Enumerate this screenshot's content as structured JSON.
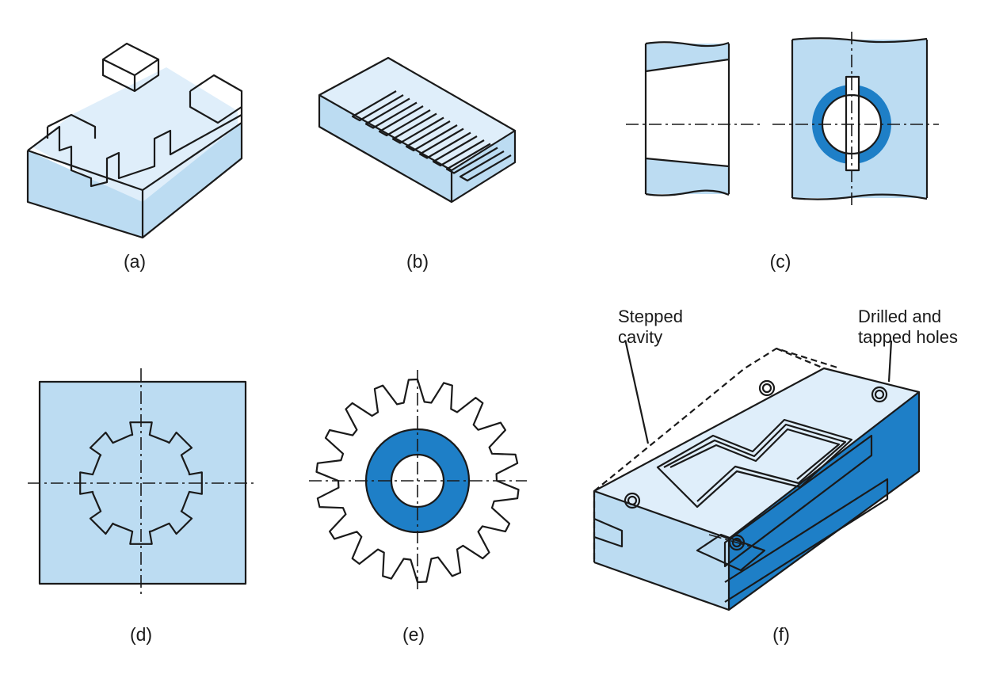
{
  "figure": {
    "panels": [
      {
        "id": "a",
        "caption": "(a)"
      },
      {
        "id": "b",
        "caption": "(b)"
      },
      {
        "id": "c",
        "caption": "(c)"
      },
      {
        "id": "d",
        "caption": "(d)"
      },
      {
        "id": "e",
        "caption": "(e)"
      },
      {
        "id": "f",
        "caption": "(f)"
      }
    ],
    "callouts": {
      "stepped_cavity": "Stepped\ncavity",
      "drilled_tapped": "Drilled and\ntapped holes"
    }
  },
  "colors": {
    "light_blue": "#dfeefa",
    "mid_blue": "#bcdcf2",
    "dark_blue": "#1e7fc7",
    "ink": "#1a1a1a"
  }
}
